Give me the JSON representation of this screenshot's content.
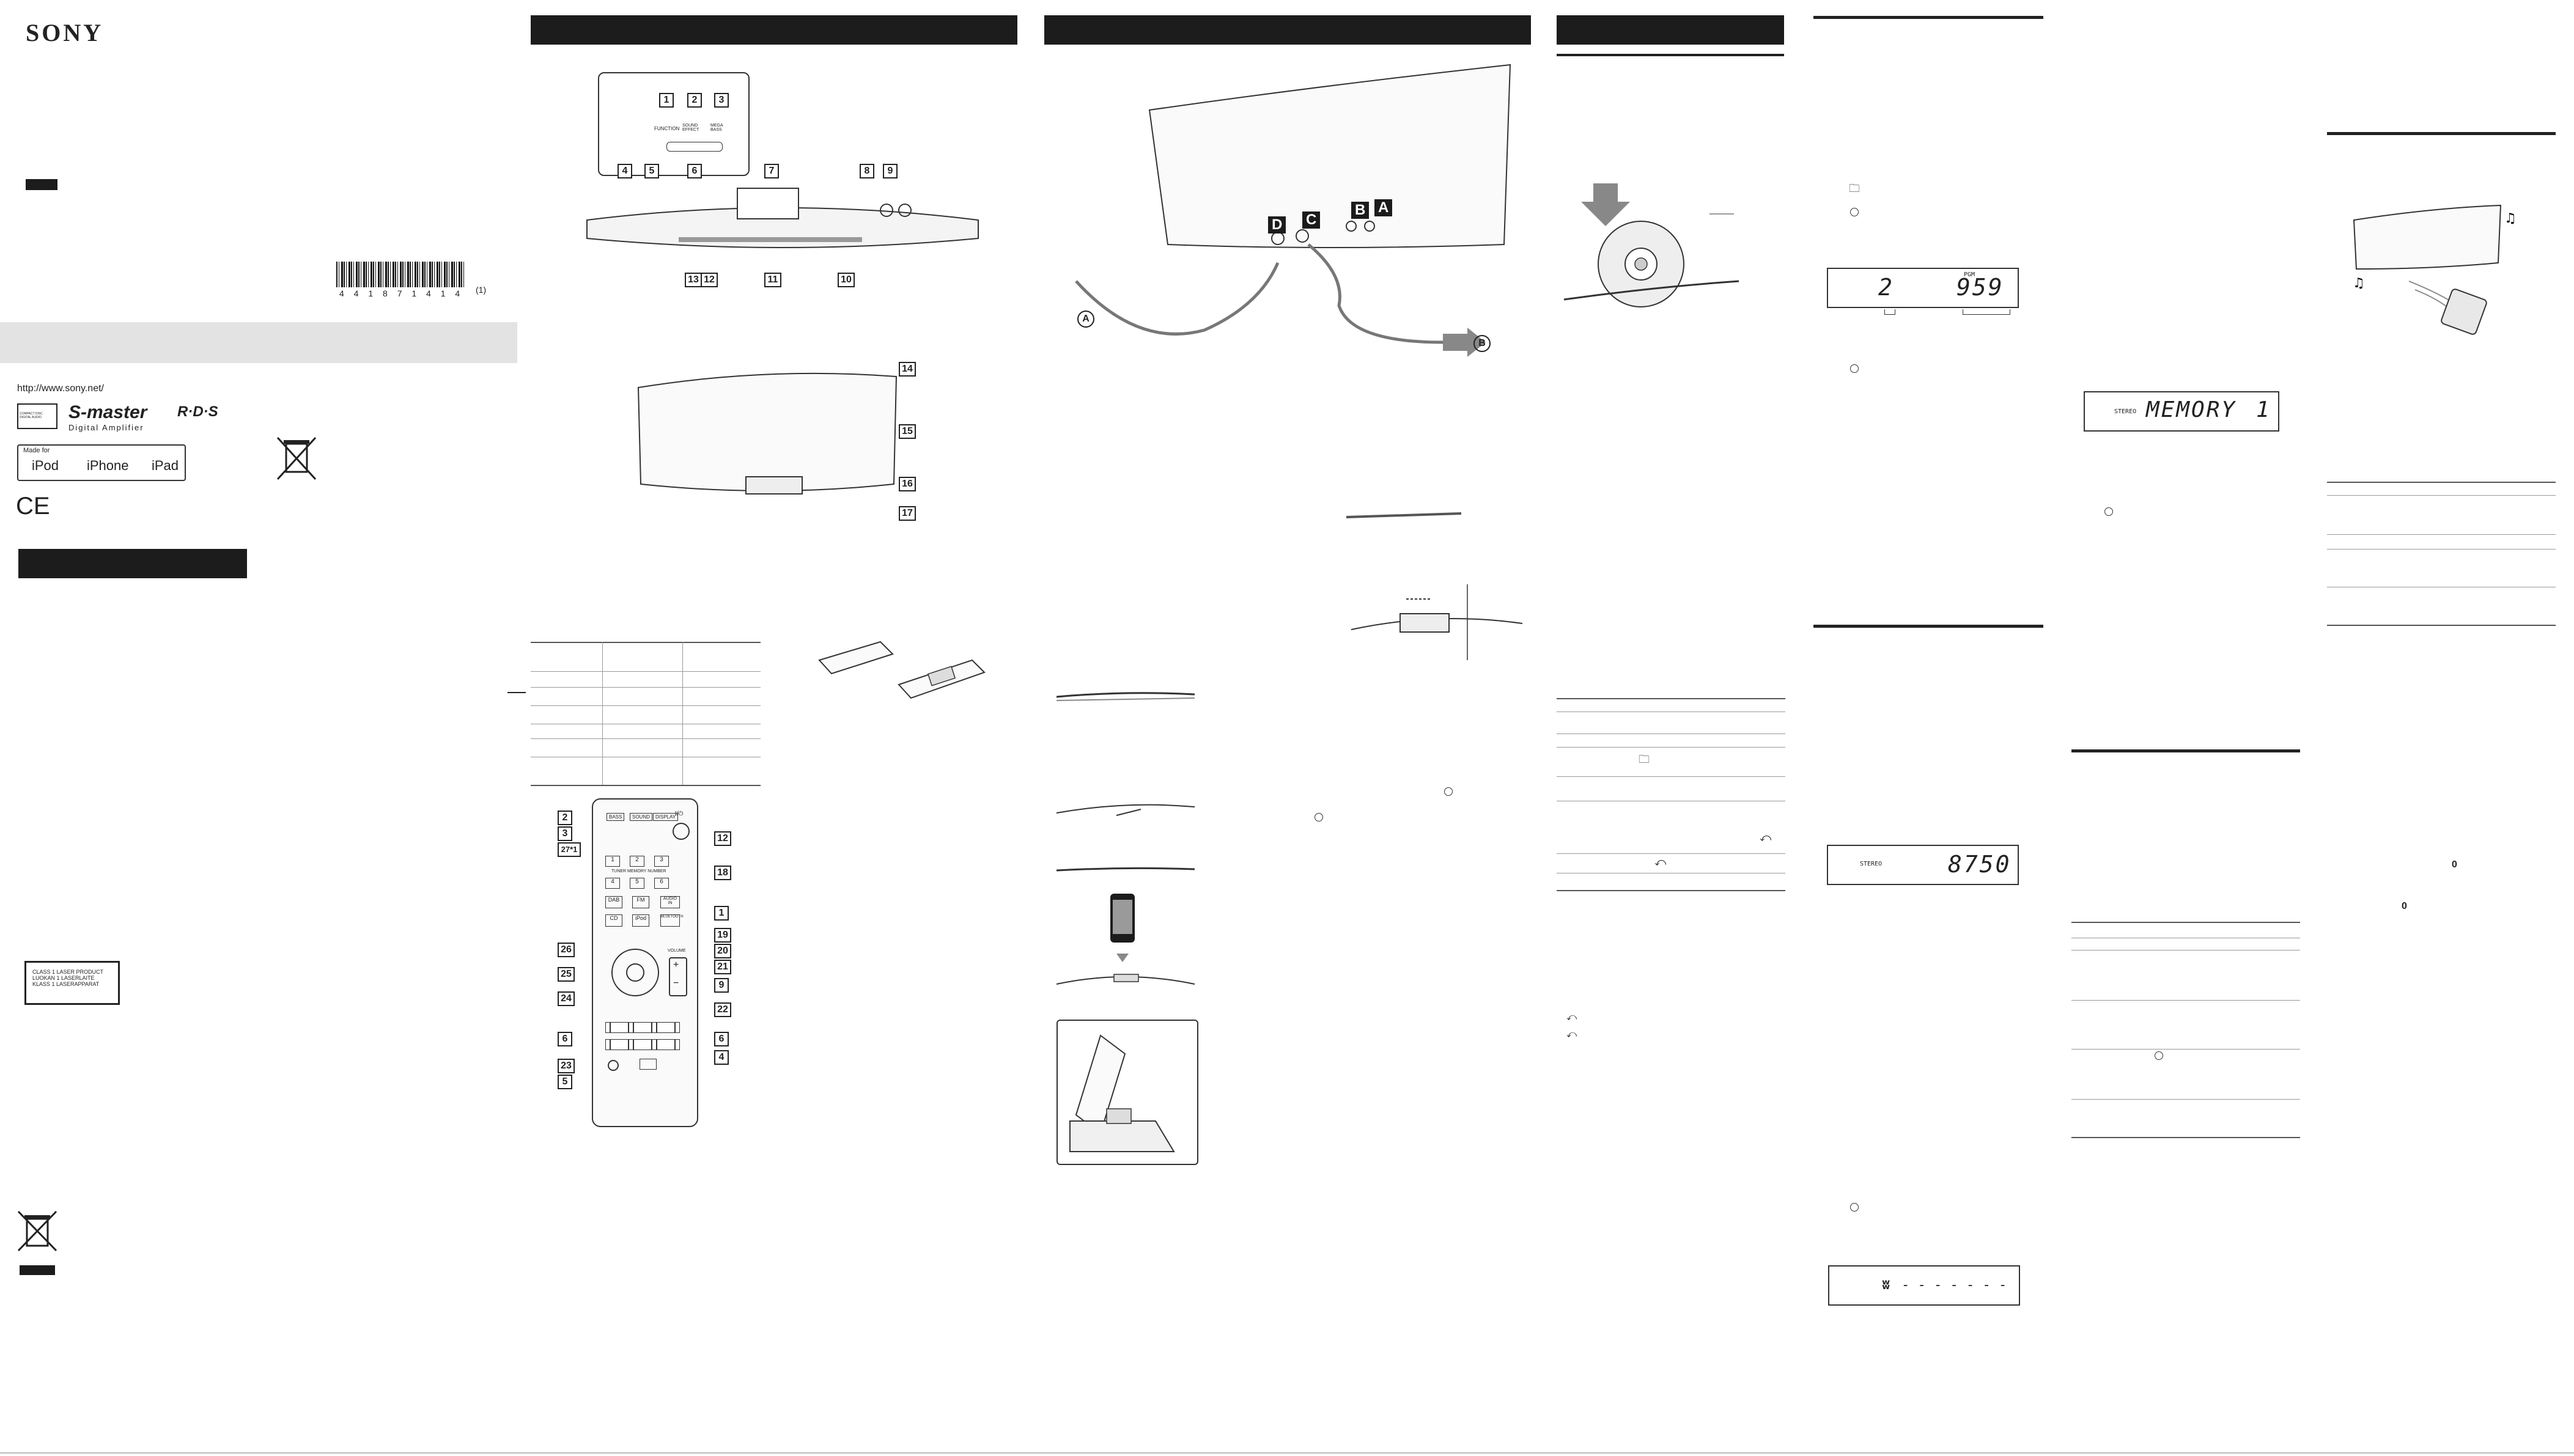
{
  "brand": {
    "name": "SONY",
    "website": "http://www.sony.net/"
  },
  "logos": {
    "compact_disc": "COMPACT DISC DIGITAL AUDIO",
    "smaster": "S-master",
    "smaster_sub": "Digital Amplifier",
    "rds": "R·D·S",
    "made_for": "Made for",
    "ipod": "iPod",
    "iphone": "iPhone",
    "ipad": "iPad",
    "ce": "CE"
  },
  "barcode": {
    "number": "4 4 1 8 7 1 4 1 4",
    "suffix": "(1)"
  },
  "laser_label": [
    "CLASS 1 LASER PRODUCT",
    "LUOKAN 1 LASERLAITE",
    "KLASS 1 LASERAPPARAT"
  ],
  "front_panel": {
    "callouts_top": [
      "1",
      "2",
      "3",
      "4",
      "5",
      "6",
      "7",
      "8",
      "9"
    ],
    "callouts_bottom": [
      "13",
      "12",
      "11",
      "10"
    ],
    "labels": {
      "function": "FUNCTION",
      "sound_effect": "SOUND EFFECT",
      "mega_bass": "MEGA BASS"
    }
  },
  "unit_front": {
    "callouts": [
      "14",
      "15",
      "16",
      "17"
    ]
  },
  "remote": {
    "callouts_left": [
      "2",
      "3",
      "27*1",
      "26",
      "25",
      "24",
      "6",
      "23",
      "5"
    ],
    "callouts_right": [
      "12",
      "18",
      "1",
      "19",
      "20",
      "21",
      "9",
      "22",
      "6",
      "4"
    ],
    "keys": {
      "bass": "BASS",
      "sound": "SOUND",
      "display": "DISPLAY",
      "power": "I/⏻",
      "tuner_memory": "TUNER MEMORY NUMBER",
      "dab": "DAB",
      "fm": "FM",
      "audio_in": "AUDIO IN",
      "cd": "CD",
      "ipod": "iPod",
      "bluetooth": "BLUETOOTH",
      "volume": "VOLUME",
      "digits": [
        "1",
        "2",
        "3",
        "4",
        "5",
        "6"
      ],
      "plus": "+",
      "minus": "−"
    }
  },
  "rear": {
    "letters": [
      "D",
      "C",
      "B",
      "A"
    ],
    "cable_a": "A",
    "cable_b": "B"
  },
  "displays": {
    "cd_folder": {
      "left": "2",
      "label": "PGM",
      "right": "959"
    },
    "fm": {
      "label": "STEREO",
      "value": "8750"
    },
    "memory": {
      "label": "STEREO",
      "value": "MEMORY",
      "index": "1"
    },
    "bt_dashes": "- - - - - - -"
  },
  "glyphs": {
    "folder": "🗀",
    "repeat": "⤺",
    "zero": "0"
  },
  "colors": {
    "band": "#1c1c1c",
    "gray_strip": "#e3e3e3",
    "ink": "#222222"
  }
}
